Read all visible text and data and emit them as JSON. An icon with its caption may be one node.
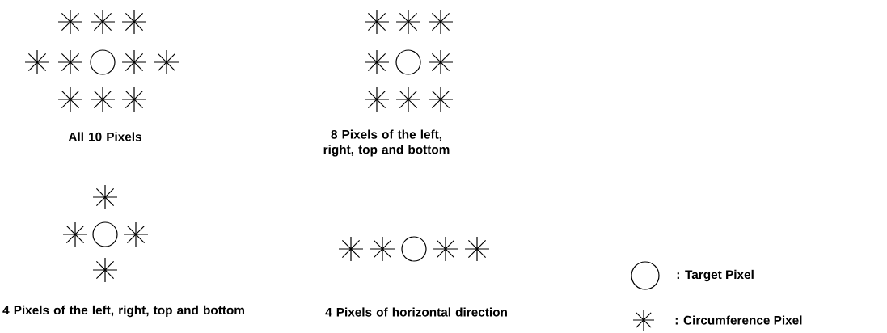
{
  "diagram": {
    "labels": [
      "All 10 Pixels",
      "8 Pixels of the left, right, top and bottom",
      "4 Pixels of the left, right, top and bottom",
      "4 Pixels of horizontal direction"
    ],
    "legend": [
      {
        "text": ": Target Pixel"
      },
      {
        "text": ": Circumference Pixel"
      }
    ]
  }
}
